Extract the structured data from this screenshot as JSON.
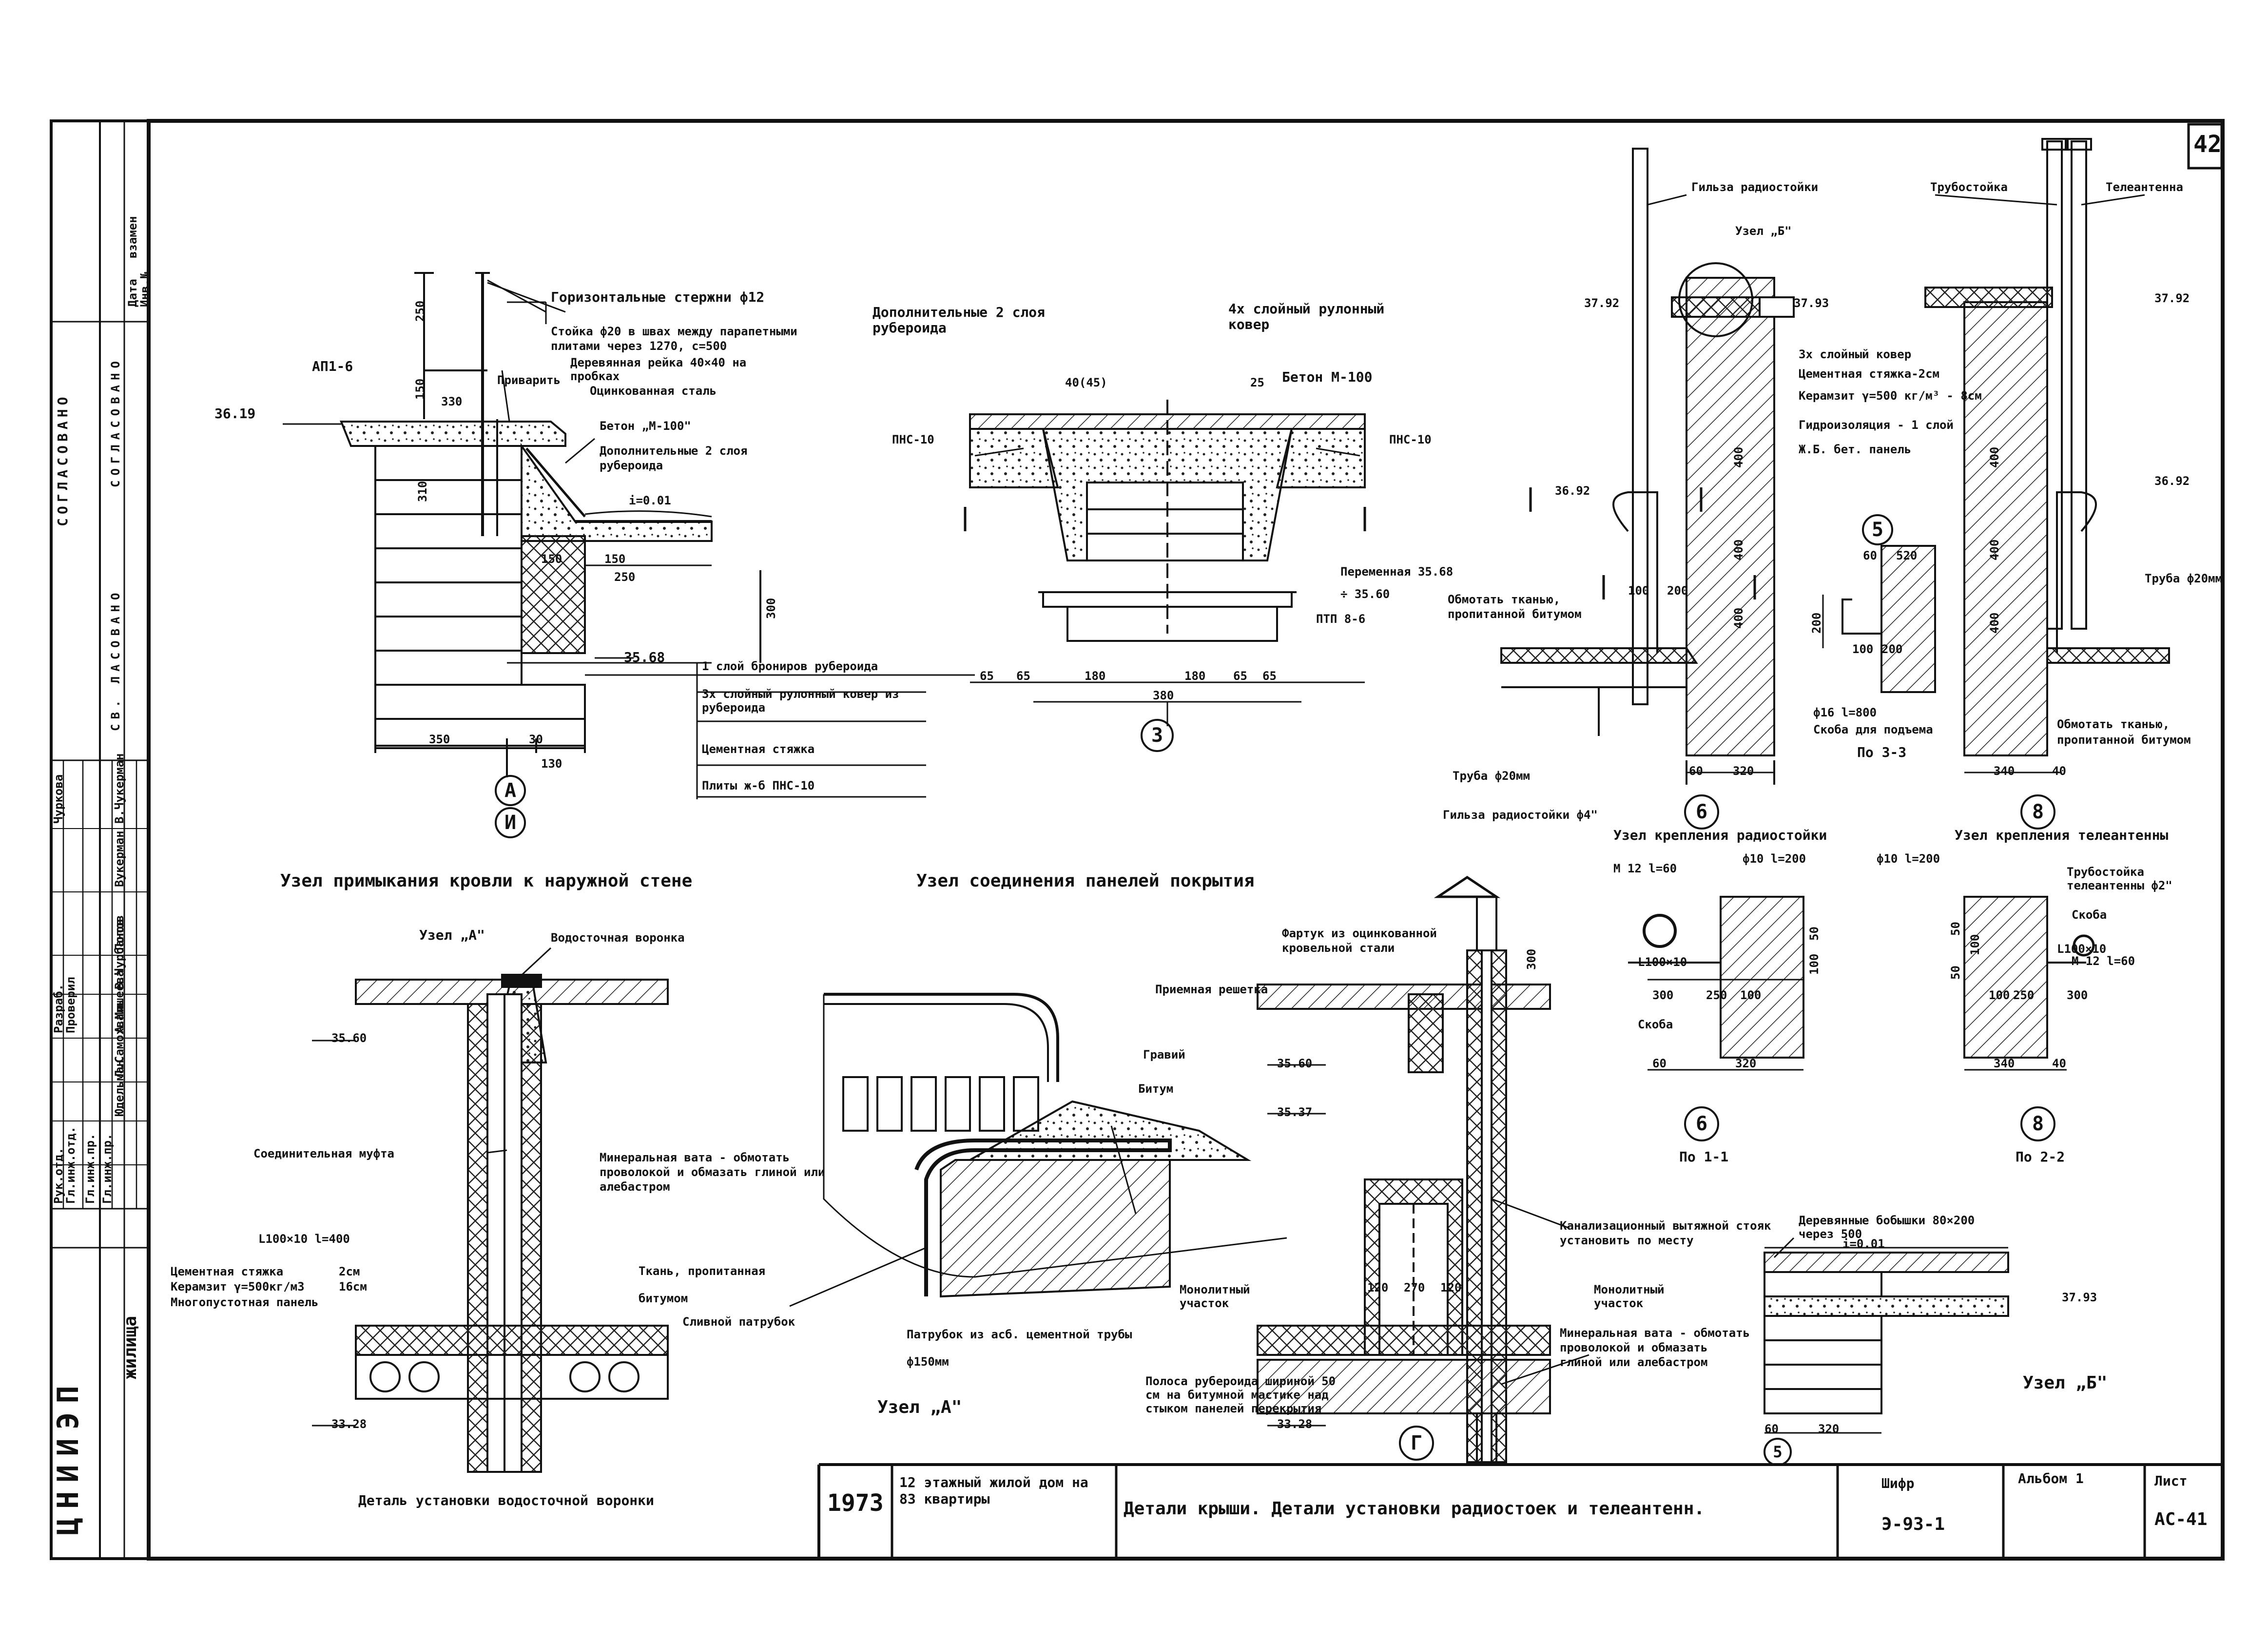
{
  "sheet_number": "42",
  "left_strip": {
    "org": "ЦНИИЭП",
    "org_sub": "жилища",
    "soglasovano": "СОГЛАСОВАНО",
    "sv_sogl": "СВ. ЛАСОВАНО",
    "data_label": "Дата",
    "inv_label": "Инв.№",
    "vzamen": "взамен",
    "roles": [
      "Рук.отд.",
      "Гл.инж.отд.",
      "Гл.инж.пр.",
      "Гл.инж.пр.",
      "Разраб.",
      "Проверил",
      "Чуркова"
    ],
    "names": [
      "Юдельман",
      "Л.Самохваль",
      "А.Мишеева",
      "В.Чурбанов",
      "Попов",
      "Вукерман",
      "В.Чукерман"
    ]
  },
  "section_titles": {
    "roof_wall": "Узел примыкания кровли к наружной стене",
    "panels": "Узел соединения панелей покрытия",
    "funnel": "Деталь установки водосточной воронки",
    "radio_mount": "Узел крепления радиостойки",
    "tv_mount": "Узел крепления телеантенны",
    "node_a": "Узел „А\"",
    "node_b": "Узел „Б\""
  },
  "roof_wall_labels": {
    "rods": "Горизонтальные стержни ф12",
    "post": "Стойка ф20 в швах между парапетными плитами через 1270, с=500",
    "batten": "Деревянная рейка 40×40 на пробках",
    "weld": "Приварить",
    "steel": "Оцинкованная сталь",
    "concrete": "Бетон „М-100\"",
    "extra": "Дополнительные 2 слоя рубероида",
    "ap": "АП1-6",
    "mark1": "36.19",
    "mark2": "35.68",
    "slope": "i=0.01",
    "layer1": "1 слой бронирoв рубероида",
    "layer2": "3х слойный рулонный ковер из рубероида",
    "layer3": "Цементная стяжка",
    "layer4": "Плиты ж-б ПНС-10",
    "dims": [
      "250",
      "150",
      "330",
      "310",
      "150",
      "250",
      "300",
      "350",
      "30",
      "130",
      "150"
    ],
    "circle_a": "А",
    "circle_i": "И"
  },
  "panels_labels": {
    "extra": "Дополнительные 2 слоя рубероида",
    "cover": "4х слойный рулонный ковер",
    "concrete": "Бетон М-100",
    "pns_left": "ПНС-10",
    "pns_right": "ПНС-10",
    "variable": "Переменная 35.68 ÷ 35.60",
    "ptp": "ПТП 8-6",
    "dims": [
      "40(45)",
      "25",
      "65",
      "65",
      "180",
      "180",
      "65",
      "65",
      "380"
    ],
    "circle": "3"
  },
  "radio_labels": {
    "sleeve": "Гильза радиостойки",
    "node_b": "Узел „Б\"",
    "mark1": "37.92",
    "mark2": "37.93",
    "mark3": "36.92",
    "wrap": "Обмотать тканью, пропитанной битумом",
    "pipe": "Труба ф20мм",
    "dims": [
      "400",
      "400",
      "400",
      "100",
      "200",
      "60",
      "320"
    ],
    "circle": "6"
  },
  "tv_labels": {
    "tube_post": "Трубостойка",
    "tv_antenna": "Телеантенна",
    "cover": "3х слойный ковер",
    "screed": "Цементная стяжка-2см",
    "keramzit": "Керамзит γ=500 кг/м³ - 8см",
    "hydro": "Гидроизоляция - 1 слой",
    "panel": "Ж.Б. бет. панель",
    "mark1": "37.92",
    "mark2": "36.92",
    "pipe": "Труба ф20мм",
    "wrap": "Обмотать тканью, пропитанной битумом",
    "dims": [
      "400",
      "400",
      "400",
      "340",
      "40"
    ],
    "circle": "8"
  },
  "bracket_labels": {
    "circle": "5",
    "dims": [
      "60",
      "520",
      "200",
      "100",
      "200"
    ],
    "bar": "ф16 l=800",
    "caption": "Скоба для подъема",
    "section": "По 3-3"
  },
  "radio_mount_labels": {
    "sleeve": "Гильза радиостойки ф4\"",
    "bolt": "М 12 l=60",
    "bar": "ф10 l=200",
    "angle": "L100×10",
    "bracket": "Скоба",
    "dims": [
      "300",
      "250",
      "100",
      "60",
      "320",
      "50",
      "100"
    ],
    "circle": "6",
    "section": "По 1-1"
  },
  "tv_mount_labels": {
    "bar": "ф10 l=200",
    "post": "Трубостойка телеантенны ф2\"",
    "bracket": "Скоба",
    "bolt": "М 12 l=60",
    "angle": "L100×10",
    "dims": [
      "50",
      "100",
      "50",
      "100",
      "250",
      "300",
      "340",
      "40"
    ],
    "circle": "8",
    "section": "По 2-2"
  },
  "funnel_labels": {
    "node_a": "Узел „А\"",
    "funnel": "Водосточная воронка",
    "mark1": "35.60",
    "mark2": "33.28",
    "coupling": "Соединительная муфта",
    "wool": "Минеральная вата - обмотать проволокой и обмазать глиной или алебастром",
    "angle": "L100×10 l=400",
    "screed": "Цементная стяжка",
    "screed_v": "2см",
    "keramzit": "Керамзит γ=500кг/м3",
    "keramzit_v": "16см",
    "panel": "Многопустотная панель"
  },
  "node_a_labels": {
    "grate": "Приемная решетка",
    "gravel": "Гравий",
    "bitumen": "Битум",
    "fabric": "Ткань, пропитанная битумом",
    "drain": "Сливной патрубок",
    "pipe": "Патрубок из асб. цементной трубы ф150мм",
    "title": "Узел „А\""
  },
  "vent_labels": {
    "apron": "Фартук из оцинкованной кровельной стали",
    "mark1": "35.60",
    "mark2": "35.37",
    "mark3": "33.28",
    "dim": "300",
    "stack": "Канализационный вытяжной стояк установить по месту",
    "mono_left": "Монолитный участок",
    "mono_right": "Монолитный участок",
    "wool": "Минеральная вата - обмотать проволокой и обмазать глиной или алебастром",
    "strip": "Полоса рубероида шириной 50 см на битумной мастике над стыком панелей перекрытия",
    "dims": [
      "120",
      "270",
      "120"
    ],
    "circle": "Г"
  },
  "node_b_labels": {
    "bobyshki": "Деревянные бобышки 80×200 через 500",
    "slope": "i=0.01",
    "mark": "37.93",
    "dims": [
      "60",
      "320"
    ],
    "circle": "5",
    "title": "Узел „Б\""
  },
  "title_block": {
    "year": "1973",
    "project": "12 этажный жилой дом на 83 квартиры",
    "title": "Детали крыши. Детали установки радиостоек и телеантенн.",
    "code_label": "Шифр",
    "code": "Э-93-1",
    "album": "Альбом 1",
    "sheet_label": "Лист",
    "sheet": "АС-41"
  }
}
